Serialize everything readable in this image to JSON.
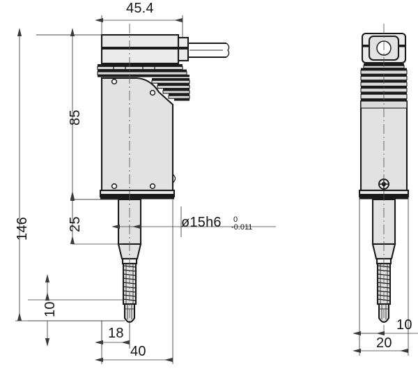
{
  "drawing": {
    "title": "Dimensional drawing - linear gauge / displacement sensor",
    "units": "mm",
    "views": [
      {
        "name": "front-view",
        "label": ""
      },
      {
        "name": "side-view",
        "label": ""
      }
    ],
    "colors": {
      "outline": "#1a1a1a",
      "body_fill": "#e2e2e2",
      "body_fill_light": "#ebebeb",
      "dimension_line": "#3a3a3a",
      "center_line": "#555555",
      "background": "#ffffff"
    }
  },
  "dimensions": {
    "overall_width_top": "45.4",
    "upper_height": "85",
    "overall_height": "146",
    "stem_length": "25",
    "tip_length": "10",
    "offset_from_left": "18",
    "overall_depth_front": "40",
    "side_width": "20",
    "side_offset": "10",
    "spindle_diameter": "ø15h6",
    "spindle_tol_upper": "0",
    "spindle_tol_lower": "-0.011"
  },
  "icons": {
    "arrow": "dimension-arrow",
    "centerline": "center-line",
    "break": "cable-break-symbol",
    "screw": "phillips-screw-icon",
    "bolt": "bolt-hole-icon"
  }
}
